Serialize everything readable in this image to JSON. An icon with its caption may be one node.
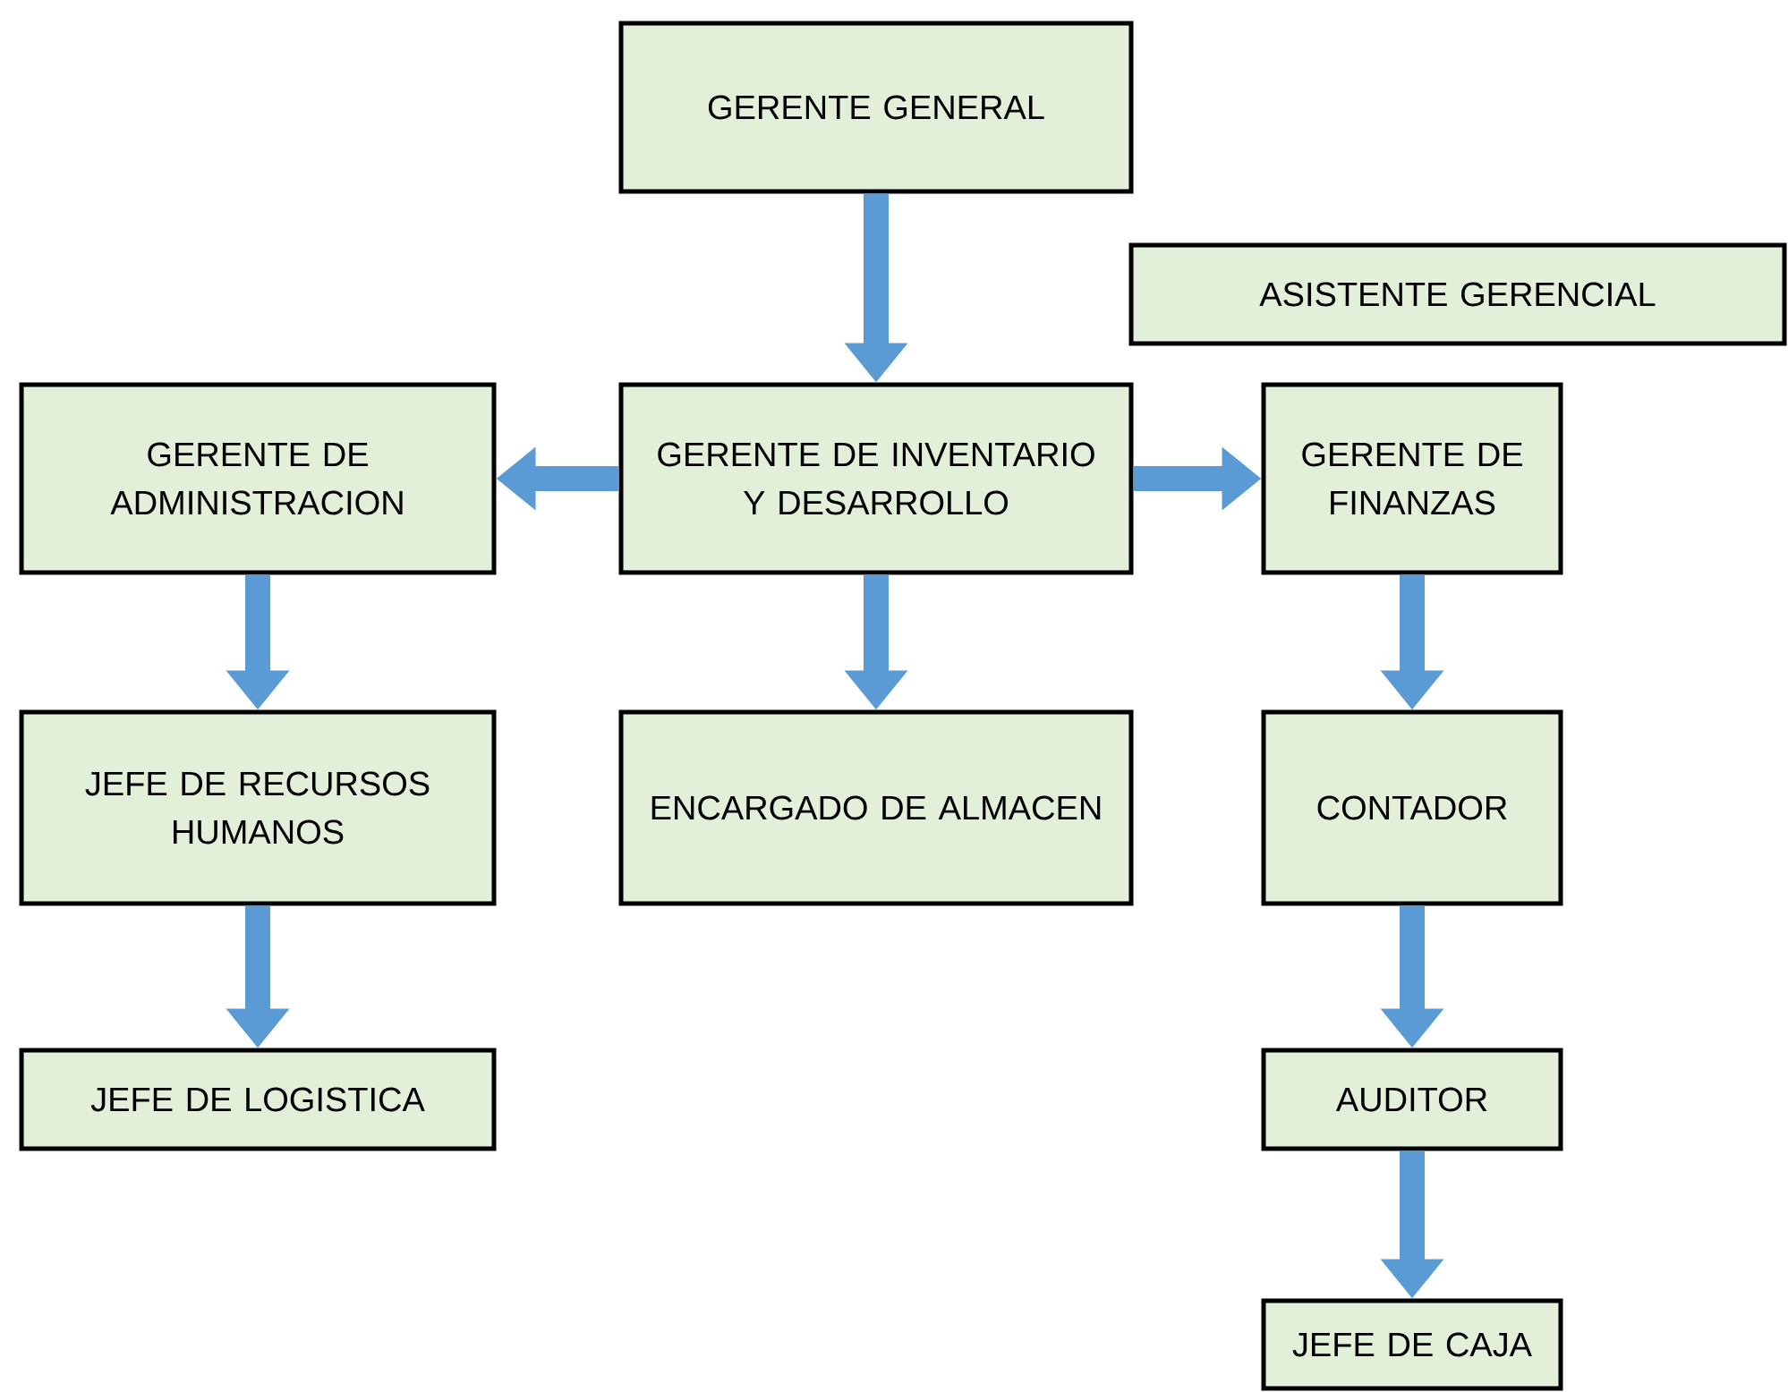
{
  "diagram": {
    "nodes": [
      {
        "text": [
          "GERENTE GENERAL"
        ]
      },
      {
        "text": [
          "ASISTENTE GERENCIAL"
        ]
      },
      {
        "text": [
          "GERENTE DE ADMINISTRACION"
        ]
      },
      {
        "text": [
          "GERENTE DE INVENTARIO Y DESARROLLO"
        ]
      },
      {
        "text": [
          "GERENTE DE FINANZAS"
        ]
      },
      {
        "text": [
          "JEFE DE RECURSOS HUMANOS"
        ]
      },
      {
        "text": [
          "ENCARGADO DE ALMACEN"
        ]
      },
      {
        "text": [
          "CONTADOR"
        ]
      },
      {
        "text": [
          "JEFE DE LOGISTICA"
        ]
      },
      {
        "text": [
          "AUDITOR"
        ]
      },
      {
        "text": [
          "JEFE DE CAJA"
        ]
      }
    ],
    "edges": [
      {
        "from": 0,
        "to": 3,
        "arrow": "to"
      },
      {
        "from": 3,
        "to": 2,
        "arrow": "to"
      },
      {
        "from": 3,
        "to": 4,
        "arrow": "to"
      },
      {
        "from": 2,
        "to": 5,
        "arrow": "to"
      },
      {
        "from": 3,
        "to": 6,
        "arrow": "to"
      },
      {
        "from": 4,
        "to": 7,
        "arrow": "to"
      },
      {
        "from": 5,
        "to": 8,
        "arrow": "to"
      },
      {
        "from": 7,
        "to": 9,
        "arrow": "to"
      },
      {
        "from": 9,
        "to": 10,
        "arrow": "to"
      }
    ]
  }
}
